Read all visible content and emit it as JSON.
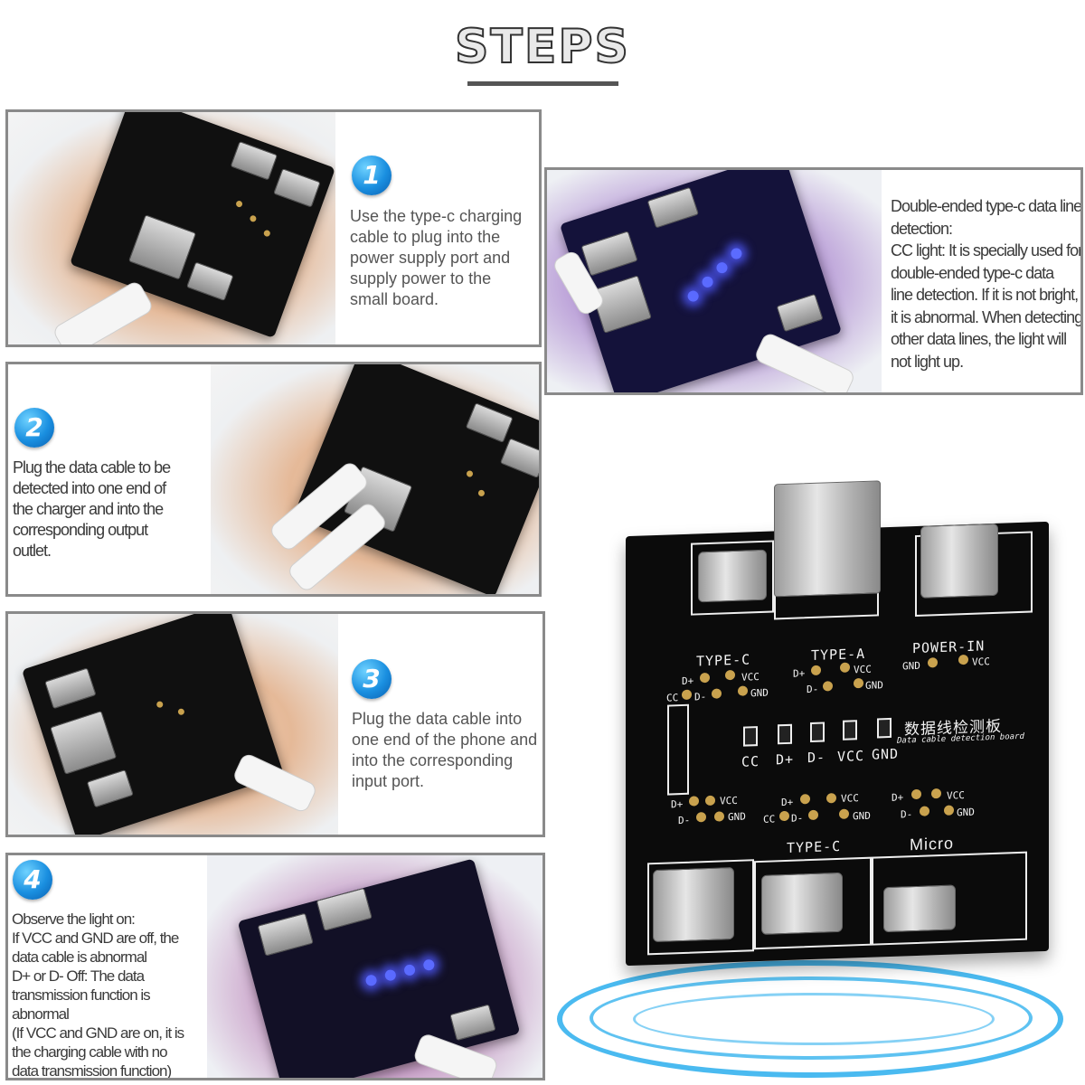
{
  "header": {
    "title": "STEPS"
  },
  "step1": {
    "number": "1",
    "lines": [
      "Use the type-c charging",
      "cable to plug into the",
      "power supply port and",
      "supply power to the",
      "small board."
    ]
  },
  "step2": {
    "number": "2",
    "lines": [
      "Plug the data cable to be",
      "detected into one end of",
      "the charger and into the",
      "corresponding output",
      "outlet."
    ]
  },
  "step3": {
    "number": "3",
    "lines": [
      "Plug the data cable into",
      "one end of the phone and",
      "into the corresponding",
      "input port."
    ]
  },
  "step4": {
    "number": "4",
    "lines": [
      "Observe the light on:",
      "If VCC and GND are off, the",
      "data cable is abnormal",
      "D+ or D- Off: The data",
      "transmission function is",
      "abnormal",
      "(If VCC and GND are on, it is",
      "the charging cable with no",
      "data transmission function)"
    ]
  },
  "cc_panel": {
    "lines": [
      "Double-ended type-c data line",
      "detection:",
      "CC light: It is specially used for",
      "double-ended type-c data",
      "line detection. If it is not bright,",
      "it is abnormal. When detecting",
      "other data lines, the light will",
      "not light up."
    ]
  },
  "board": {
    "type_c_top": "TYPE-C",
    "type_a": "TYPE-A",
    "power_in": "POWER-IN",
    "type_c_bottom": "TYPE-C",
    "micro": "Micro",
    "chinese_title": "数据线检测板",
    "subtitle": "Data cable detection board",
    "d_plus": "D+",
    "d_minus": "D-",
    "vcc": "VCC",
    "gnd": "GND",
    "cc": "CC",
    "led_labels": [
      "CC",
      "D+",
      "D-",
      "VCC",
      "GND"
    ]
  },
  "colors": {
    "accent_blue": "#1a8fe0",
    "led_blue": "#5b6bff",
    "ring_blue": "#36b3ee"
  }
}
